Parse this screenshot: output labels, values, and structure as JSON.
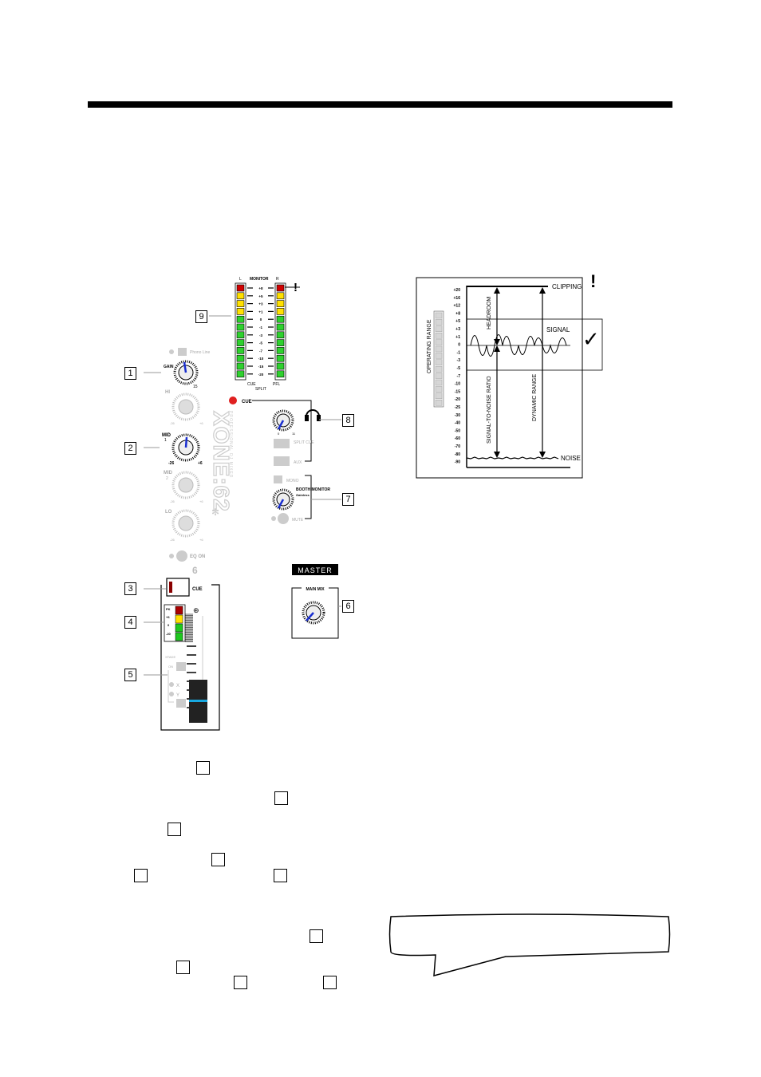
{
  "mixer": {
    "meter": {
      "left_label": "L",
      "center_label": "MONITOR",
      "right_label": "R",
      "scale": [
        "+8",
        "+5",
        "+3",
        "+1",
        "0",
        "-1",
        "-3",
        "-5",
        "-7",
        "-10",
        "-15",
        "-20"
      ],
      "cue_label": "CUE",
      "pfl_label": "PFL",
      "split_label": "SPLIT",
      "warning": "!"
    },
    "channel": {
      "phono_line": "Phono\nLine",
      "gain": "GAIN",
      "hi": "HI",
      "mid1": "MID",
      "mid1_num": "1",
      "mid2": "MID",
      "mid2_num": "2",
      "lo": "LO",
      "eq_on": "EQ ON",
      "number": "6",
      "cue": "CUE",
      "min_db": "-26",
      "max_db": "+6",
      "gain_max": "15",
      "meter_pk": "PK",
      "meter_6": "+6",
      "meter_0": "0",
      "meter_m20": "-20",
      "xfade": "XFADE",
      "on": "ON",
      "x": "X",
      "y": "Y"
    },
    "brand": "XONE:62",
    "brand_sub": "PROFESSIONAL DJ MIXER",
    "headphones": {
      "cue": "CUE",
      "split_cue": "SPLIT CUE",
      "aux": "AUX",
      "level_min": "0",
      "level_max": "11"
    },
    "booth": {
      "mono": "MONO",
      "label": "BOOTH MONITOR",
      "sub": "Gainless",
      "mute": "MUTE"
    },
    "master": {
      "header": "MASTER",
      "main_mix": "MAIN MIX"
    },
    "callouts": [
      "1",
      "2",
      "3",
      "4",
      "5",
      "6",
      "7",
      "8",
      "9"
    ]
  },
  "diagram": {
    "scale": [
      "+20",
      "+16",
      "+12",
      "+8",
      "+5",
      "+3",
      "+1",
      "0",
      "-1",
      "-3",
      "-5",
      "-7",
      "-10",
      "-15",
      "-20",
      "-25",
      "-30",
      "-40",
      "-50",
      "-60",
      "-70",
      "-80",
      "-90"
    ],
    "operating_range": "OPERATING RANGE",
    "clipping": "CLIPPING",
    "headroom": "HEADROOM",
    "signal": "SIGNAL",
    "snr": "SIGNAL-TO-NOISE RATIO",
    "dynamic_range": "DYNAMIC RANGE",
    "noise": "NOISE",
    "warning": "!",
    "check": "✓"
  }
}
